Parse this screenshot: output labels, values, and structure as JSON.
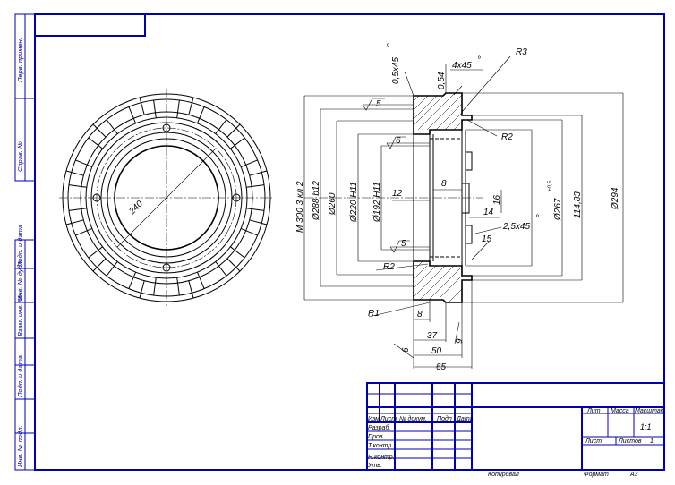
{
  "side_stamp": {
    "perv_primen": "Перв. примен.",
    "sprav_no": "Справ. №",
    "podp_data_1": "Подп. и дата",
    "inv_dubl": "Инв. № дубл.",
    "vzam_inv": "Взам. инв. №",
    "podp_data_2": "Подп. и дата",
    "inv_podl": "Инв. № подл."
  },
  "dims": {
    "d_240": "240",
    "thread": "M 300 3 кл 2",
    "d_288": "Ø288 b12",
    "d_260": "Ø260",
    "d_220": "Ø220 H11",
    "d_192": "Ø192 H11",
    "d_267": "Ø267",
    "d_267_tol": "+0,5",
    "d_294": "Ø294",
    "d_114": "114,83",
    "chamfer_05": "0,5x45",
    "chamfer_4": "4x45",
    "chamfer_25": "2,5x45",
    "deg": "°",
    "v_054": "0,54",
    "r3": "R3",
    "r2_top": "R2",
    "r2_bottom": "R2",
    "r1": "R1",
    "rough_5_top": "5",
    "rough_6": "6",
    "rough_5_bottom": "5",
    "v_12": "12",
    "v_8_top": "8",
    "v_16": "16",
    "v_14": "14",
    "v_15": "15",
    "v_8_bottom": "8",
    "v_37": "37",
    "v_9": "9",
    "v_6": "6",
    "v_50": "50",
    "v_65": "65"
  },
  "title_block": {
    "col_izm": "Изм",
    "col_list": "Лист",
    "col_doc": "№ докум.",
    "col_podp": "Подп",
    "col_data": "Дата",
    "razrab": "Разраб.",
    "prov": "Пров.",
    "t_kontr": "Т.контр",
    "n_kontr": "Н.контр.",
    "utv": "Утв.",
    "lit": "Лит",
    "massa": "Масса",
    "masshtab": "Масштаб",
    "scale_value": "1:1",
    "list": "Лист",
    "listov": "Листов",
    "listov_value": "1",
    "kopiroval": "Копировал",
    "format": "Формат",
    "format_value": "А3"
  }
}
